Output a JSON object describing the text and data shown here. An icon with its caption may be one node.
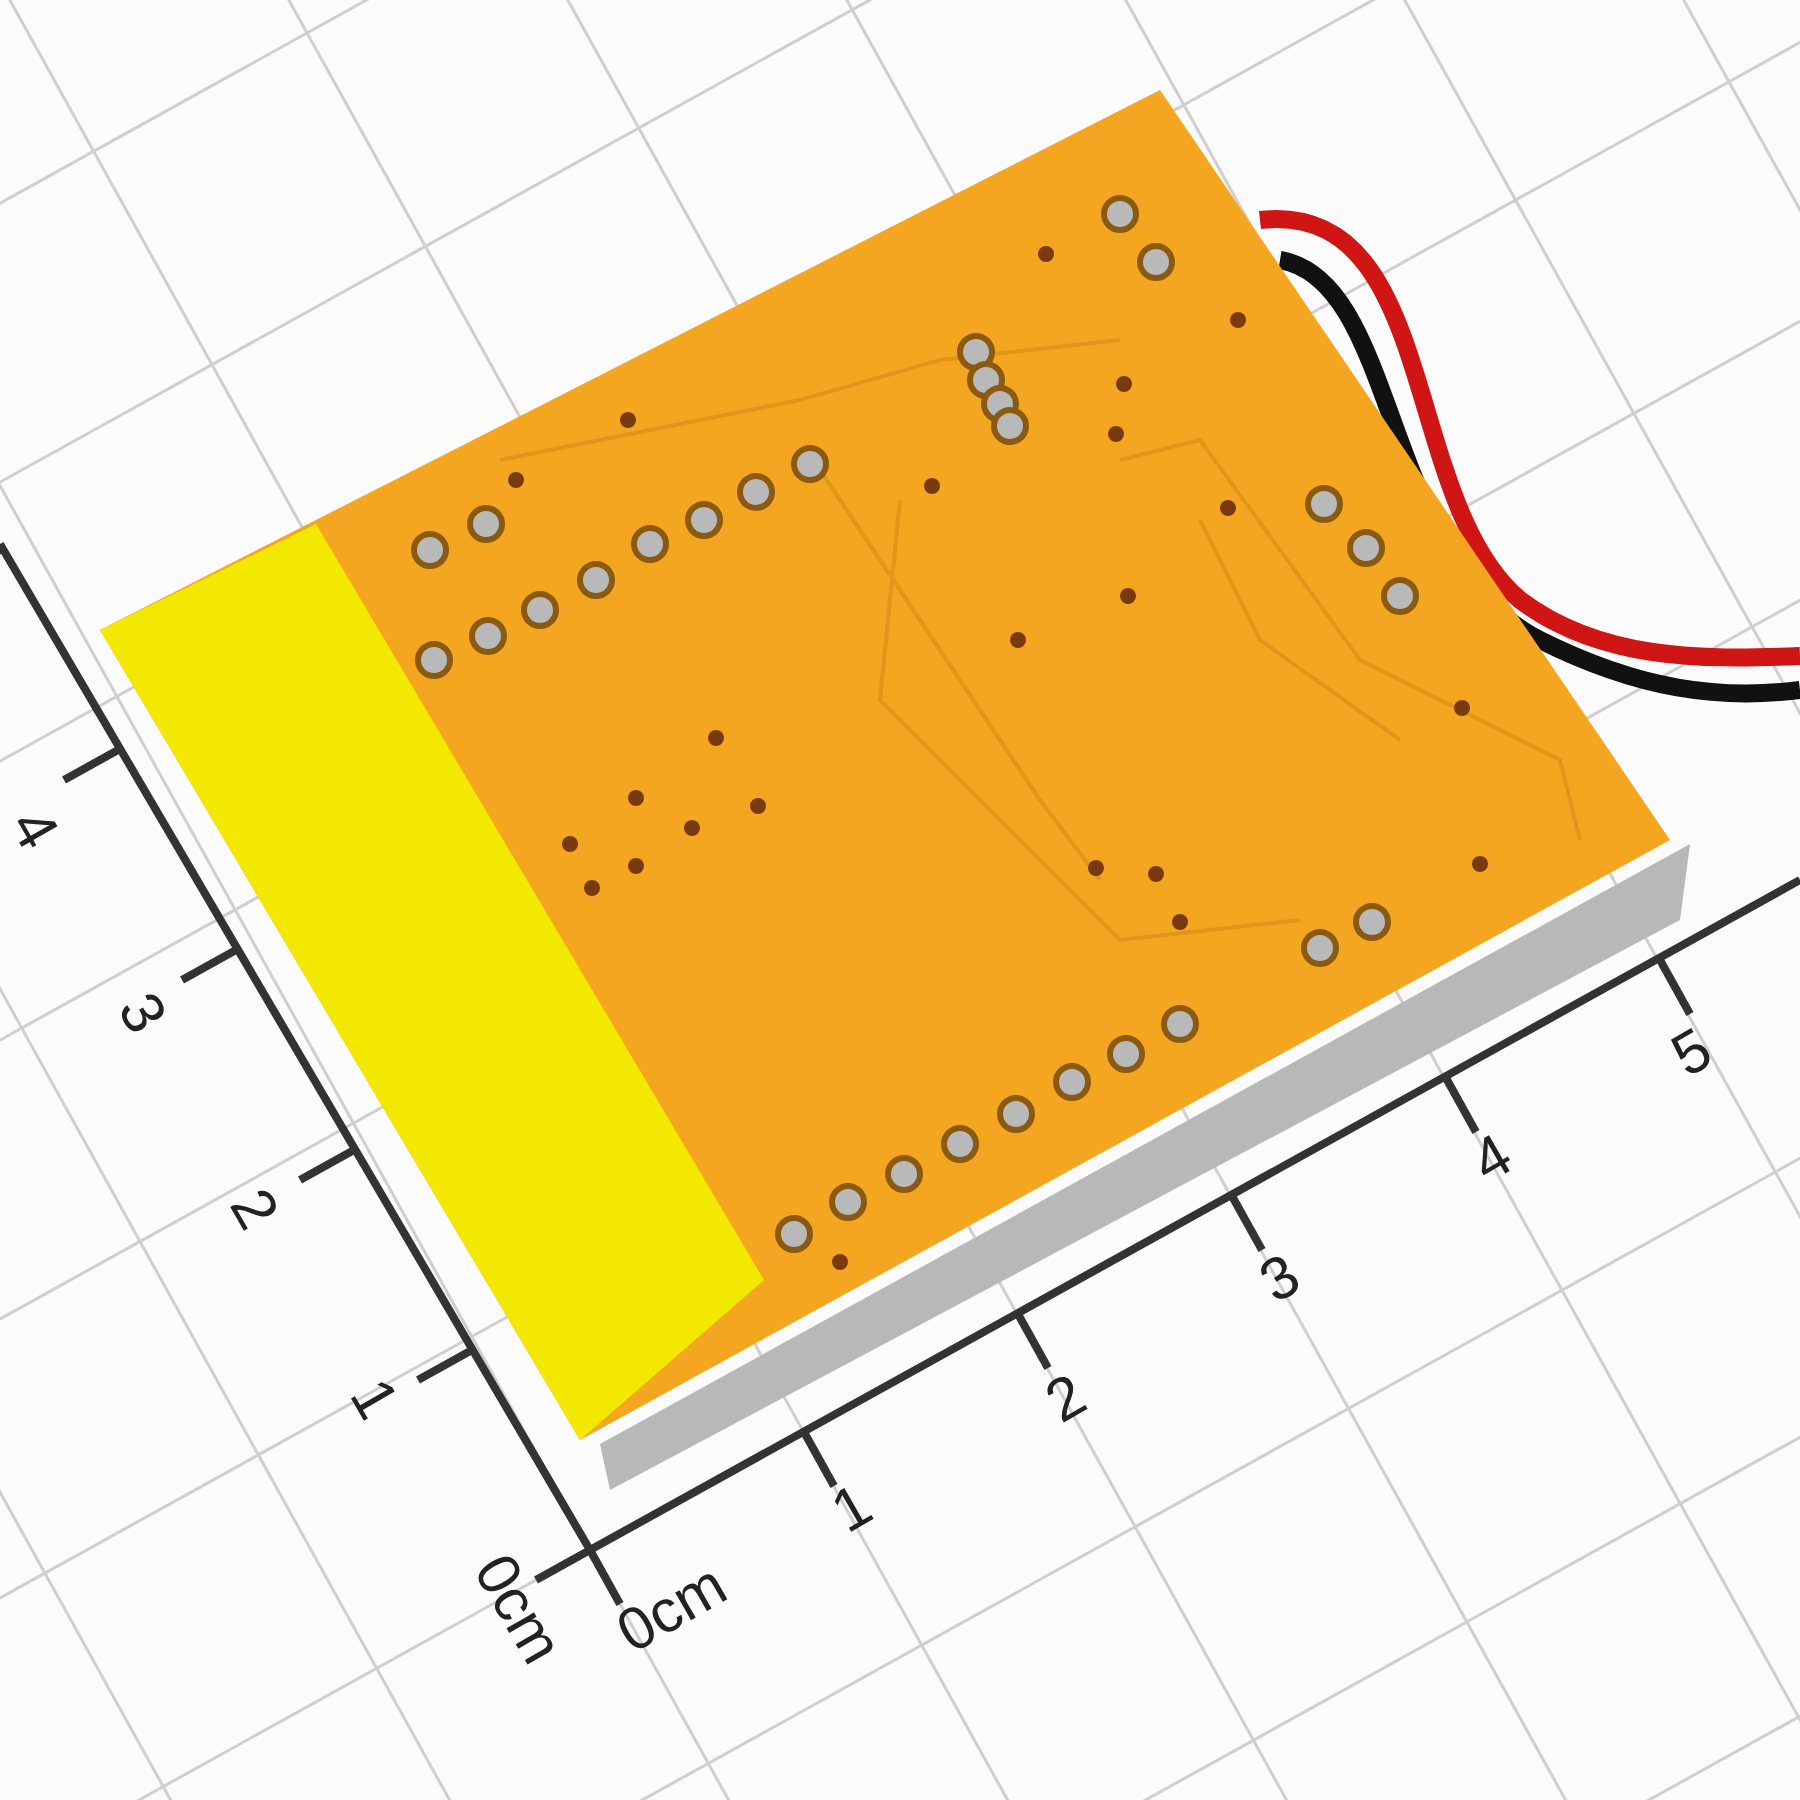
{
  "diagram": {
    "labels": [
      "4",
      "3",
      "2",
      "1",
      "0cm",
      "0cm",
      "1",
      "2",
      "3",
      "4",
      "5"
    ]
  }
}
